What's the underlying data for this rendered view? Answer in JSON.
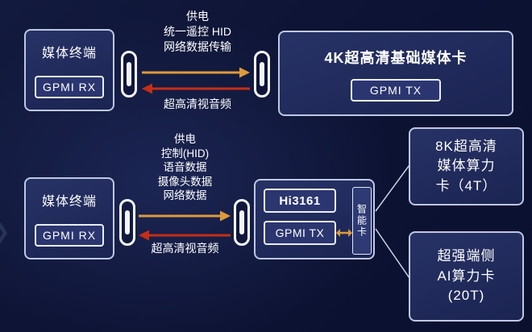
{
  "decor": {
    "chevron": "❯"
  },
  "top": {
    "terminal": {
      "title": "媒体终端",
      "chip": "GPMI RX"
    },
    "labels_up": [
      "供电",
      "统一遥控 HID",
      "网络数据传输"
    ],
    "label_down": "超高清视音频",
    "card": {
      "title": "4K超高清基础媒体卡",
      "chip": "GPMI TX"
    }
  },
  "bottom": {
    "terminal": {
      "title": "媒体终端",
      "chip": "GPMI RX"
    },
    "labels_up": [
      "供电",
      "控制(HID)",
      "语音数据",
      "摄像头数据",
      "网络数据"
    ],
    "label_down": "超高清视音频",
    "hub": {
      "chip_soc": "Hi3161",
      "chip_tx": "GPMI TX",
      "smart_card": "智能卡"
    },
    "cards": [
      {
        "label": "8K超高清\n媒体算力\n卡（4T）"
      },
      {
        "label": "超强端侧\nAI算力卡\n(20T)"
      }
    ]
  },
  "colors": {
    "arrow_forward": "#dd9a3a",
    "arrow_back": "#c52e16",
    "fork_line": "#ccd4ea"
  }
}
